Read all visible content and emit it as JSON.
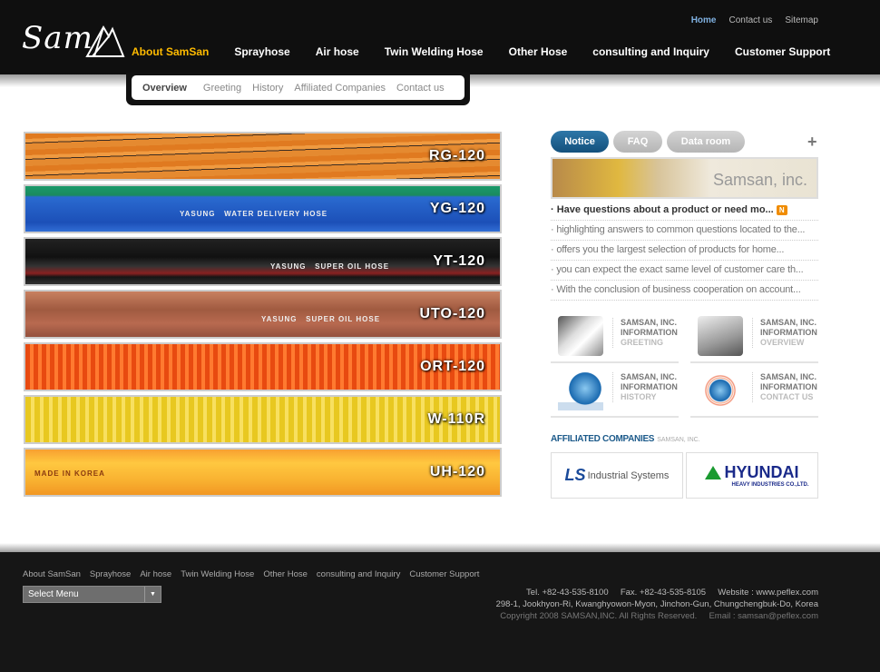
{
  "header": {
    "logo": "Sam",
    "util": [
      "Home",
      "Contact us",
      "Sitemap"
    ],
    "nav": [
      "About SamSan",
      "Sprayhose",
      "Air hose",
      "Twin Welding Hose",
      "Other Hose",
      "consulting and Inquiry",
      "Customer Support"
    ],
    "subnav": [
      "Overview",
      "Greeting",
      "History",
      "Affiliated Companies",
      "Contact us"
    ]
  },
  "products": [
    {
      "label": "RG-120",
      "print": ""
    },
    {
      "label": "YG-120",
      "print": "YASUNG   WATER DELIVERY HOSE"
    },
    {
      "label": "YT-120",
      "print": "YASUNG   SUPER OIL HOSE"
    },
    {
      "label": "UTO-120",
      "print": "YASUNG   SUPER OIL HOSE"
    },
    {
      "label": "ORT-120",
      "print": ""
    },
    {
      "label": "W-110R",
      "print": ""
    },
    {
      "label": "UH-120",
      "print": "MADE IN KOREA"
    }
  ],
  "board": {
    "tabs": [
      "Notice",
      "FAQ",
      "Data room"
    ],
    "banner": "Samsan, inc.",
    "badge": "N",
    "items": [
      "Have questions about a product or need mo...",
      "highlighting answers to common questions located to the...",
      "offers you the largest selection of products for home...",
      "you can expect the exact same level of customer care th...",
      "With the conclusion of business cooperation on account..."
    ]
  },
  "info": [
    {
      "l1": "SAMSAN, INC.",
      "l2": "INFORMATION",
      "l3": "GREETING"
    },
    {
      "l1": "SAMSAN, INC.",
      "l2": "INFORMATION",
      "l3": "OVERVIEW"
    },
    {
      "l1": "SAMSAN, INC.",
      "l2": "INFORMATION",
      "l3": "HISTORY"
    },
    {
      "l1": "SAMSAN, INC.",
      "l2": "INFORMATION",
      "l3": "CONTACT US"
    }
  ],
  "affiliated": {
    "title": "AFFILIATED COMPANIES",
    "sub": "SAMSAN, INC.",
    "ls": "LS",
    "ls_text": "Industrial Systems",
    "hyundai": "HYUNDAI",
    "hyundai_sub": "HEAVY INDUSTRIES CO.,LTD."
  },
  "footer": {
    "nav": [
      "About SamSan",
      "Sprayhose",
      "Air hose",
      "Twin Welding Hose",
      "Other Hose",
      "consulting and Inquiry",
      "Customer Support"
    ],
    "select": "Select Menu",
    "line1": "Tel. +82-43-535-8100     Fax. +82-43-535-8105     Website : www.peflex.com",
    "line2": "298-1, Jookhyon-Ri, Kwanghyowon-Myon, Jinchon-Gun, Chungchengbuk-Do, Korea",
    "line3": "Copyright 2008 SAMSAN,INC. All Rights Reserved.     Email : samsan@peflex.com"
  }
}
